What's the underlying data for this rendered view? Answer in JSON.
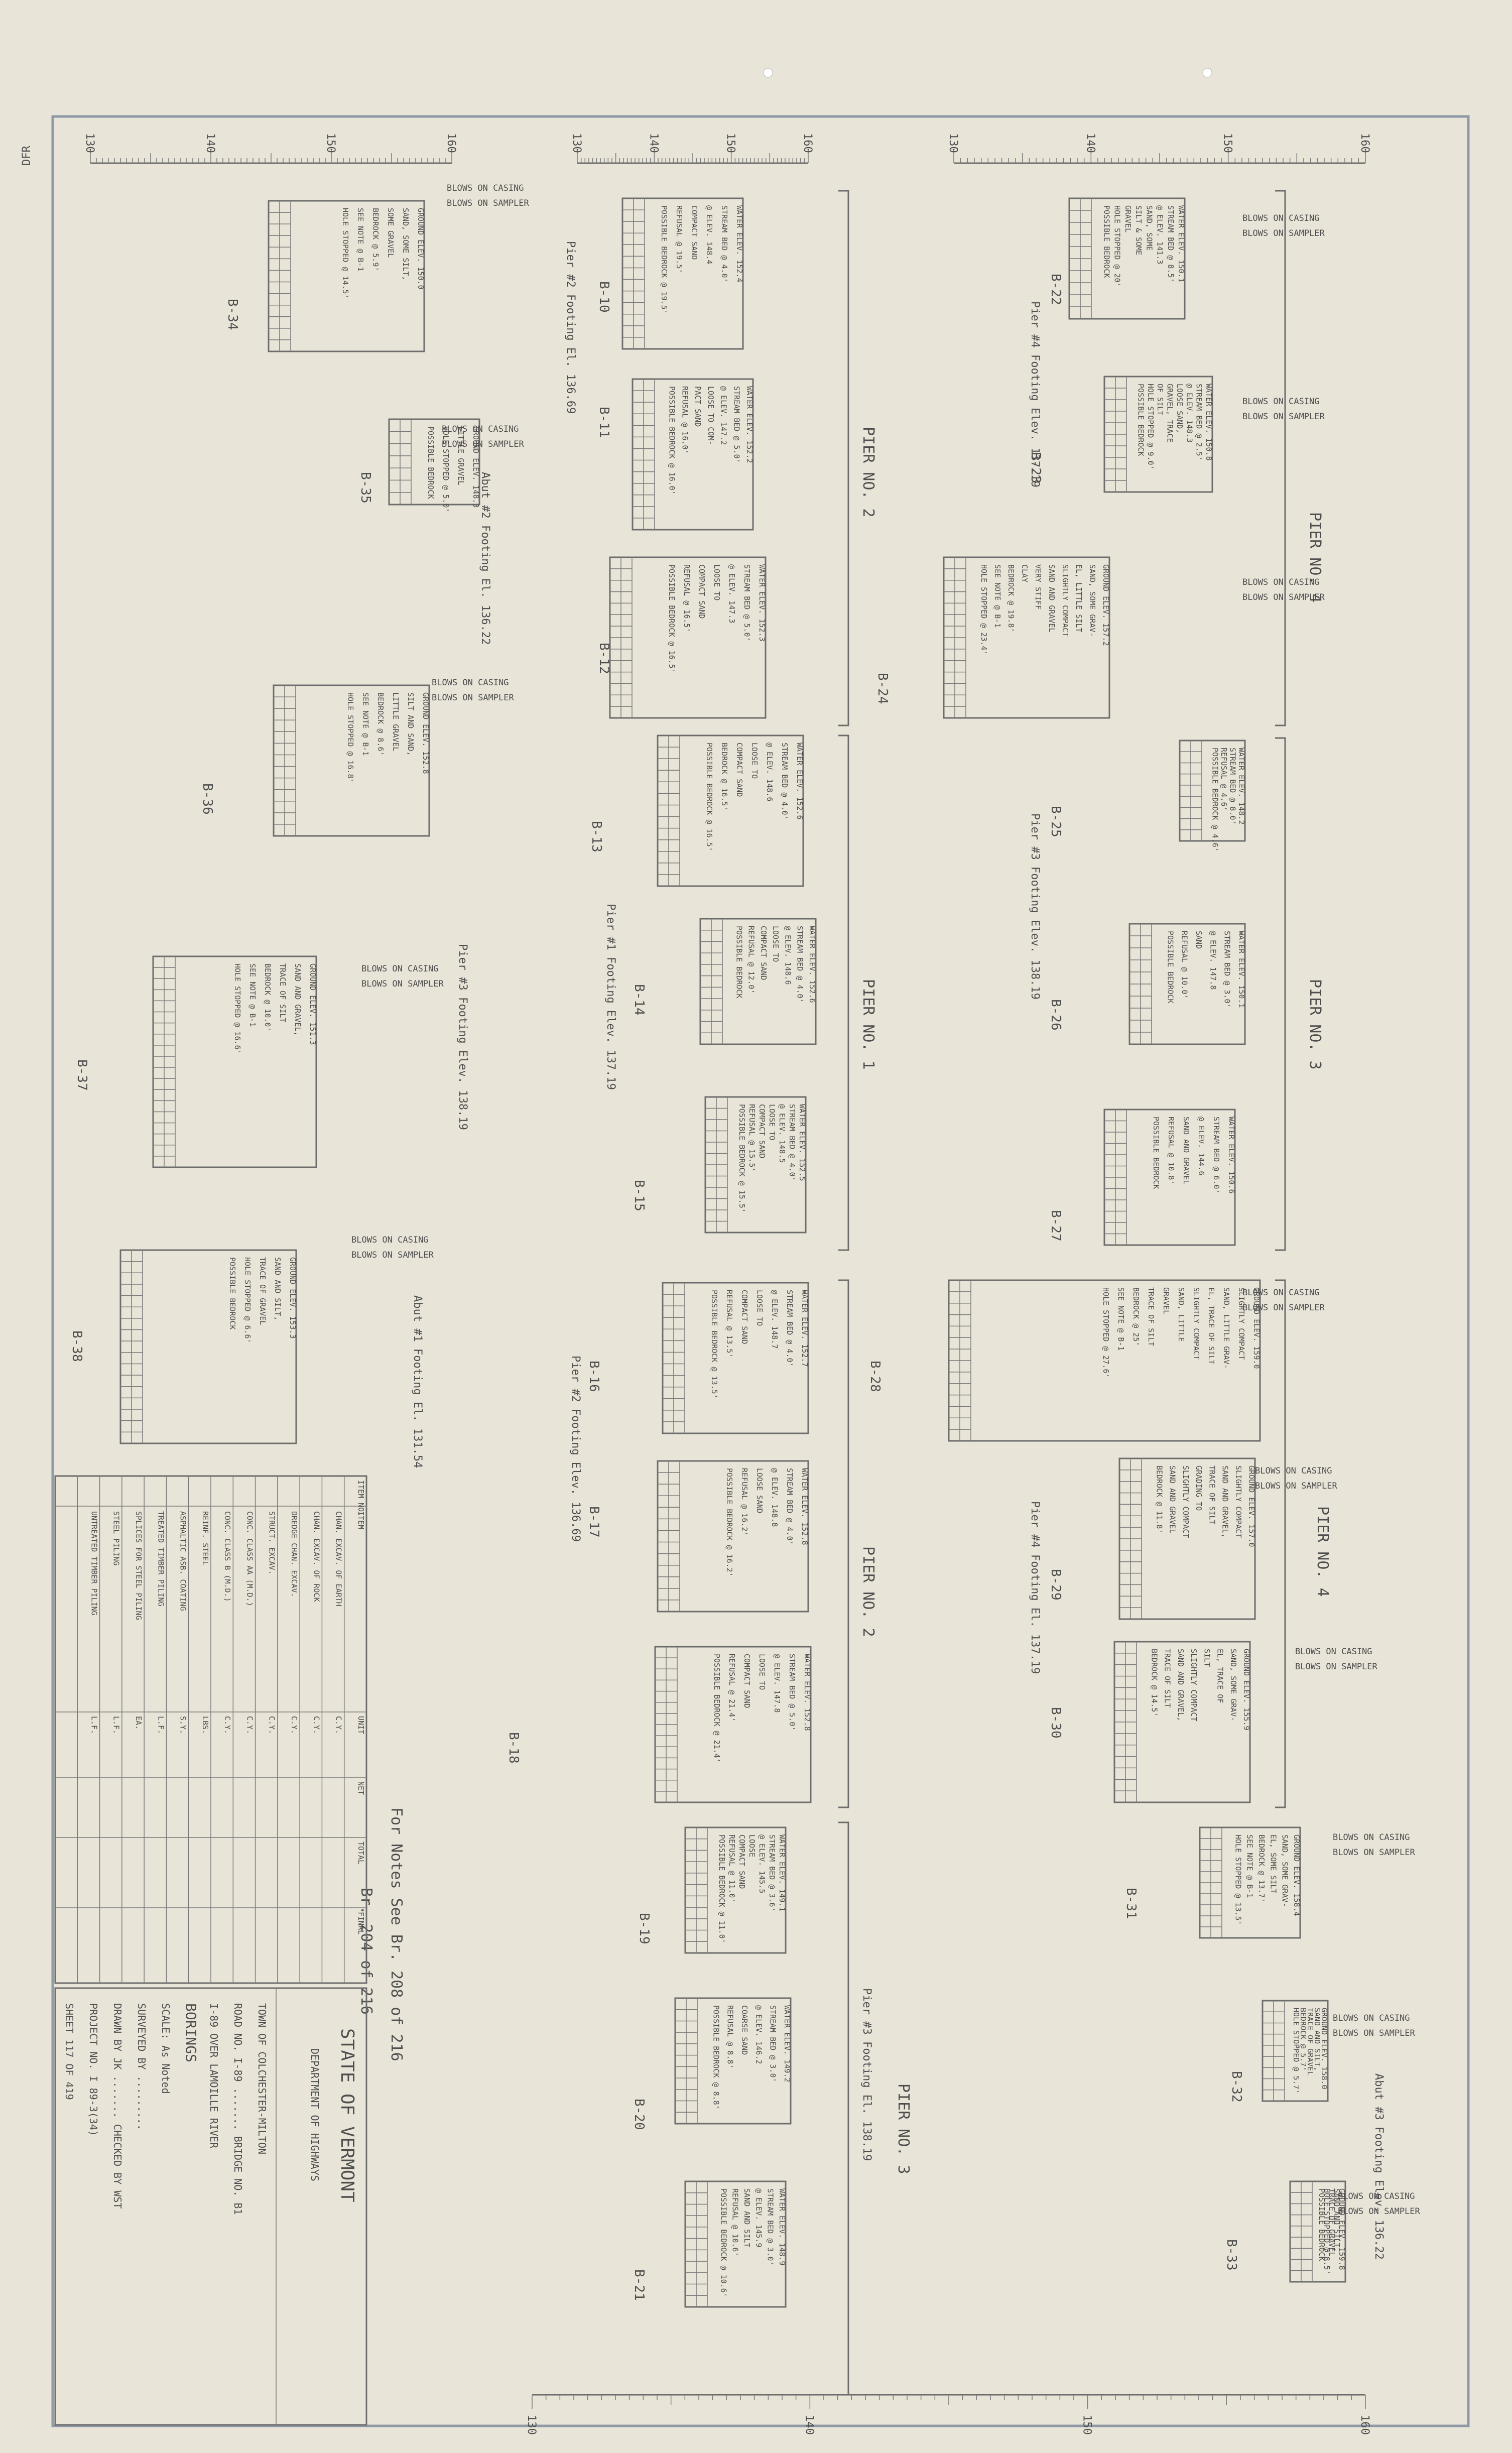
{
  "boring_labels": [
    "B-22",
    "B-23",
    "B-24",
    "B-25",
    "B-26",
    "B-27",
    "B-28",
    "B-29",
    "B-30",
    "B-31",
    "B-32",
    "B-33",
    "B-10",
    "B-11",
    "B-12",
    "B-13",
    "B-14",
    "B-15",
    "B-16",
    "B-17",
    "B-18",
    "B-19",
    "B-20",
    "B-21",
    "B-34",
    "B-35",
    "B-36",
    "B-37",
    "B-38"
  ],
  "pier_labels": {
    "pier4_top": "PIER NO. 4",
    "pier2_top": "PIER NO. 2",
    "pier3_mid": "PIER NO. 3",
    "pier1": "PIER NO. 1",
    "pier4_low": "PIER NO. 4",
    "pier2_low": "PIER NO. 2",
    "pier3_low": "PIER NO. 3"
  },
  "footing_notes": {
    "pier4_footing": "Pier #4 Footing Elev. 137.19",
    "pier3_footing": "Pier #3 Footing Elev. 138.19",
    "pier2_footing_top": "Pier #2 Footing El. 136.69",
    "abut2_footing": "Abut #2 Footing El. 136.22",
    "pier1_footing": "Pier #1 Footing Elev. 137.19",
    "pier3_footing_left": "Pier #3 Footing Elev. 138.19",
    "abut1_footing": "Abut #1 Footing El. 131.54",
    "pier2_footing_low": "Pier #2 Footing Elev. 136.69",
    "pier4_footing_low": "Pier #4 Footing El. 137.19",
    "pier3_footing_low": "Pier #3 Footing El. 138.19",
    "abut3_footing": "Abut #3 Footing Elev. 136.22"
  },
  "legend": {
    "casing": "BLOWS ON CASING",
    "sampler": "BLOWS ON SAMPLER"
  },
  "boring_texts": {
    "b22": [
      "WATER ELEV. 150.1",
      "STREAM BED @ 8.5'",
      "@ ELEV. 141.3",
      "SAND, SOME",
      "SILT & SOME",
      "GRAVEL",
      "HOLE STOPPED @ 20'",
      "POSSIBLE BEDROCK"
    ],
    "b23": [
      "WATER ELEV. 150.8",
      "STREAM BED @ 2.5'",
      "@ ELEV. 148.3",
      "LOOSE SAND,",
      "GRAVEL, TRACE",
      "OF SILT",
      "HOLE STOPPED @ 9.0'",
      "POSSIBLE BEDROCK"
    ],
    "b24": [
      "GROUND ELEV. 157.2",
      "SAND, SOME GRAV-",
      "EL, LITTLE SILT",
      "SLIGHTLY COMPACT",
      "SAND AND GRAVEL",
      "VERY STIFF",
      "CLAY",
      "BEDROCK @ 19.8'",
      "SEE NOTE @ B-1",
      "HOLE STOPPED @ 23.4'"
    ],
    "b25": [
      "WATER ELEV. 148.2",
      "STREAM BED @ 8.0'",
      "REFUSAL @ 4.6'",
      "POSSIBLE BEDROCK @ 4.6'"
    ],
    "b26": [
      "WATER ELEV. 150.1",
      "STREAM BED @ 3.0'",
      "@ ELEV. 147.8",
      "SAND",
      "REFUSAL @ 10.0'",
      "POSSIBLE BEDROCK"
    ],
    "b27": [
      "WATER ELEV. 150.6",
      "STREAM BED @ 6.0'",
      "@ ELEV. 144.6",
      "SAND AND GRAVEL",
      "REFUSAL @ 10.8'",
      "POSSIBLE BEDROCK"
    ],
    "b28": [
      "GROUND ELEV. 159.0",
      "SLIGHTLY COMPACT",
      "SAND, LITTLE GRAV-",
      "EL, TRACE OF SILT",
      "SLIGHTLY COMPACT",
      "SAND, LITTLE",
      "GRAVEL",
      "TRACE OF SILT",
      "BEDROCK @ 25'",
      "SEE NOTE @ B-1",
      "HOLE STOPPED @ 27.6'"
    ],
    "b29": [
      "GROUND ELEV. 157.0",
      "SLIGHTLY COMPACT",
      "SAND AND GRAVEL,",
      "TRACE OF SILT",
      "GRADING TO",
      "SLIGHTLY COMPACT",
      "SAND AND GRAVEL",
      "BEDROCK @ 11.8'"
    ],
    "b30": [
      "GROUND ELEV. 155.9",
      "SAND, SOME GRAV-",
      "EL, TRACE OF",
      "SILT",
      "SLIGHTLY COMPACT",
      "SAND AND GRAVEL,",
      "TRACE OF SILT",
      "BEDROCK @ 14.5'"
    ],
    "b31": [
      "GROUND ELEV. 158.4",
      "SAND, SOME GRAV-",
      "EL, SOME SILT",
      "BEDROCK @ 13.7'",
      "SEE NOTE @ B-1",
      "HOLE STOPPED @ 13.5'"
    ],
    "b32": [
      "GROUND ELEV. 158.0",
      "SAND AND SILT,",
      "TRACE OF GRAVEL",
      "BEDROCK @ 5.7'",
      "HOLE STOPPED @ 5.7'"
    ],
    "b33": [
      "GROUND ELEV. 159.8",
      "SAND AND SILT,",
      "TRACE OF GRAVEL",
      "HOLE STOPPED @ 8.5'",
      "POSSIBLE BEDROCK"
    ],
    "b10": [
      "WATER ELEV. 152.4",
      "STREAM BED @ 4.0'",
      "@ ELEV. 148.4",
      "COMPACT SAND",
      "REFUSAL @ 19.5'",
      "POSSIBLE BEDROCK @ 19.5'"
    ],
    "b11": [
      "WATER ELEV. 152.2",
      "STREAM BED @ 5.0'",
      "@ ELEV. 147.2",
      "LOOSE TO COM-",
      "PACT SAND",
      "REFUSAL @ 16.0'",
      "POSSIBLE BEDROCK @ 16.0'"
    ],
    "b12": [
      "WATER ELEV. 152.3",
      "STREAM BED @ 5.0'",
      "@ ELEV. 147.3",
      "LOOSE TO",
      "COMPACT SAND",
      "REFUSAL @ 16.5'",
      "POSSIBLE BEDROCK @ 16.5'"
    ],
    "b13": [
      "WATER ELEV. 152.6",
      "STREAM BED @ 4.0'",
      "@ ELEV. 148.6",
      "LOOSE TO",
      "COMPACT SAND",
      "BEDROCK @ 16.5'",
      "POSSIBLE BEDROCK @ 16.5'"
    ],
    "b14": [
      "WATER ELEV. 152.6",
      "STREAM BED @ 4.0'",
      "@ ELEV. 148.6",
      "LOOSE TO",
      "COMPACT SAND",
      "REFUSAL @ 12.0'",
      "POSSIBLE BEDROCK"
    ],
    "b15": [
      "WATER ELEV. 152.5",
      "STREAM BED @ 4.0'",
      "@ ELEV. 148.5",
      "LOOSE TO",
      "COMPACT SAND",
      "REFUSAL @ 15.5'",
      "POSSIBLE BEDROCK @ 15.5'"
    ],
    "b16": [
      "WATER ELEV. 152.7",
      "STREAM BED @ 4.0'",
      "@ ELEV. 148.7",
      "LOOSE TO",
      "COMPACT SAND",
      "REFUSAL @ 13.5'",
      "POSSIBLE BEDROCK @ 13.5'"
    ],
    "b17": [
      "WATER ELEV. 152.8",
      "STREAM BED @ 4.0'",
      "@ ELEV. 148.8",
      "LOOSE SAND",
      "REFUSAL @ 16.2'",
      "POSSIBLE BEDROCK @ 16.2'"
    ],
    "b18": [
      "WATER ELEV. 152.8",
      "STREAM BED @ 5.0'",
      "@ ELEV. 147.8",
      "LOOSE TO",
      "COMPACT SAND",
      "REFUSAL @ 21.4'",
      "POSSIBLE BEDROCK @ 21.4'"
    ],
    "b19": [
      "WATER ELEV. 149.1",
      "STREAM BED @ 3.6'",
      "@ ELEV. 145.5",
      "LOOSE",
      "COMPACT SAND",
      "REFUSAL @ 11.0'",
      "POSSIBLE BEDROCK @ 11.0'"
    ],
    "b20": [
      "WATER ELEV. 149.2",
      "STREAM BED @ 3.0'",
      "@ ELEV. 146.2",
      "COARSE SAND",
      "REFUSAL @ 8.8'",
      "POSSIBLE BEDROCK @ 8.8'"
    ],
    "b21": [
      "WATER ELEV. 148.9",
      "STREAM BED @ 3.0'",
      "@ ELEV. 145.9",
      "SAND AND SILT",
      "REFUSAL @ 10.6'",
      "POSSIBLE BEDROCK @ 10.6'"
    ],
    "b34": [
      "GROUND ELEV. 150.0",
      "SAND, SOME SILT,",
      "SOME GRAVEL",
      "BEDROCK @ 5.9'",
      "SEE NOTE @ B-1",
      "HOLE STOPPED @ 14.5'"
    ],
    "b35": [
      "GROUND ELEV. 148.3",
      "LITTLE GRAVEL",
      "HOLE STOPPED @ 5.0'",
      "POSSIBLE BEDROCK"
    ],
    "b36": [
      "GROUND ELEV. 152.8",
      "SILT AND SAND,",
      "LITTLE GRAVEL",
      "BEDROCK @ 8.6'",
      "SEE NOTE @ B-1",
      "HOLE STOPPED @ 16.8'"
    ],
    "b37": [
      "GROUND ELEV. 151.3",
      "SAND AND GRAVEL,",
      "TRACE OF SILT",
      "BEDROCK @ 10.0'",
      "SEE NOTE @ B-1",
      "HOLE STOPPED @ 16.6'"
    ],
    "b38": [
      "GROUND ELEV. 153.3",
      "SAND AND SILT,",
      "TRACE OF GRAVEL",
      "HOLE STOPPED @ 6.6'",
      "POSSIBLE BEDROCK"
    ]
  },
  "scale_labels": {
    "top_right": [
      "130",
      "140",
      "150",
      "160"
    ],
    "top_mid": [
      "130",
      "140",
      "150",
      "160"
    ],
    "top_left": [
      "130",
      "140",
      "150",
      "160"
    ],
    "bottom": [
      "130",
      "140",
      "150",
      "160"
    ]
  },
  "notes_side": {
    "line1": "For Notes See Br. 208 of 216",
    "line2": "Br. 204 of 216"
  },
  "quantities_table": {
    "headers": [
      "ITEM NO.",
      "ITEM",
      "UNIT",
      "NET",
      "TOTAL",
      "FINAL"
    ],
    "rows": [
      {
        "item": "CHAN. EXCAV. OF EARTH",
        "unit": "C.Y."
      },
      {
        "item": "CHAN. EXCAV. OF ROCK",
        "unit": "C.Y."
      },
      {
        "item": "DREDGE CHAN. EXCAV.",
        "unit": "C.Y."
      },
      {
        "item": "STRUCT. EXCAV.",
        "unit": "C.Y."
      },
      {
        "item": "CONC. CLASS AA (M.D.)",
        "unit": "C.Y."
      },
      {
        "item": "CONC. CLASS B (M.D.)",
        "unit": "C.Y."
      },
      {
        "item": "REINF. STEEL",
        "unit": "LBS."
      },
      {
        "item": "ASPHALTIC ASB. COATING",
        "unit": "S.Y."
      },
      {
        "item": "TREATED TIMBER PILING",
        "unit": "L.F."
      },
      {
        "item": "SPLICES FOR STEEL PILING",
        "unit": "EA."
      },
      {
        "item": "STEEL PILING",
        "unit": "L.F."
      },
      {
        "item": "UNTREATED TIMBER PILING",
        "unit": "L.F."
      }
    ]
  },
  "title_block": {
    "state": "STATE OF VERMONT",
    "dept": "DEPARTMENT OF HIGHWAYS",
    "town": "TOWN OF COLCHESTER-MILTON",
    "road": "ROAD NO. I-89 ....... BRIDGE NO. B1",
    "over": "I-89 OVER LAMOILLE RIVER",
    "title": "BORINGS",
    "scale": "SCALE: As Noted",
    "surveyed": "SURVEYED BY .........",
    "drawn": "DRAWN BY JK ....... CHECKED BY WST",
    "project": "PROJECT NO. I 89-3(34)",
    "sheet": "SHEET 117 OF 419"
  },
  "margin_mark": "DFR"
}
